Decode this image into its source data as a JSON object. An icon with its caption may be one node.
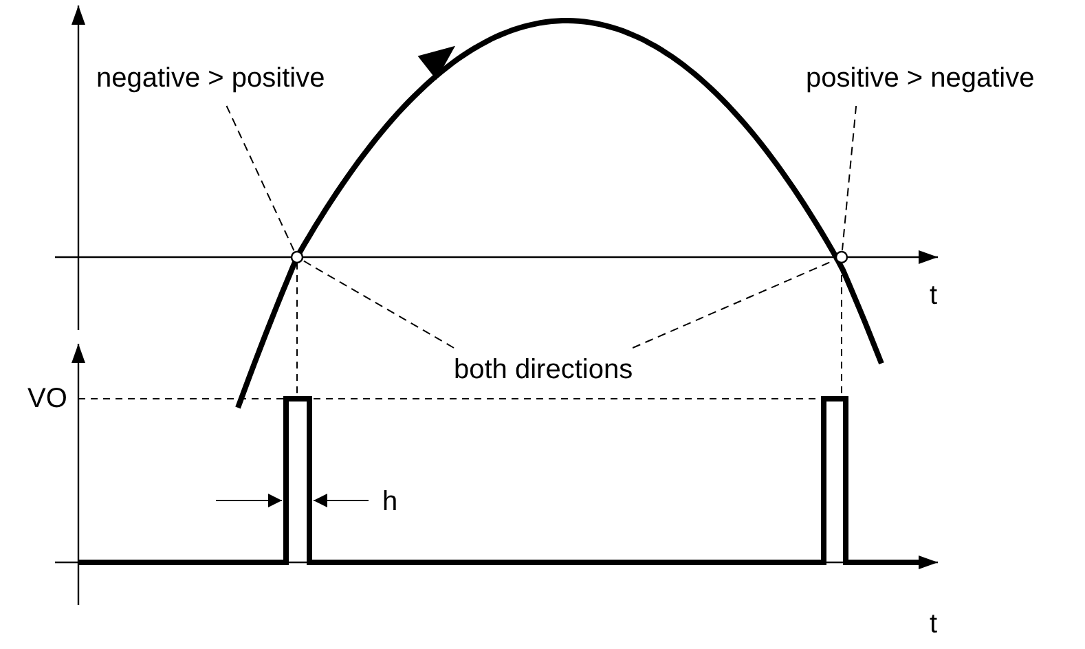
{
  "diagram": {
    "nodes": [
      {
        "text": [
          "negative > positive"
        ]
      },
      {
        "text": [
          "positive > negative"
        ]
      },
      {
        "text": [
          "both directions"
        ]
      },
      {
        "text": [],
        "shape": "circle"
      },
      {
        "text": [],
        "shape": "circle"
      }
    ],
    "edges": [
      {
        "from": 0,
        "to": 3,
        "arrow": "none",
        "style": "dashed"
      },
      {
        "from": 1,
        "to": 4,
        "arrow": "none",
        "style": "dashed"
      },
      {
        "from": 2,
        "to": 3,
        "arrow": "none",
        "style": "dashed"
      },
      {
        "from": 2,
        "to": 4,
        "arrow": "none",
        "style": "dashed"
      }
    ],
    "labels": [
      "t",
      "VO",
      "h",
      "t"
    ]
  }
}
